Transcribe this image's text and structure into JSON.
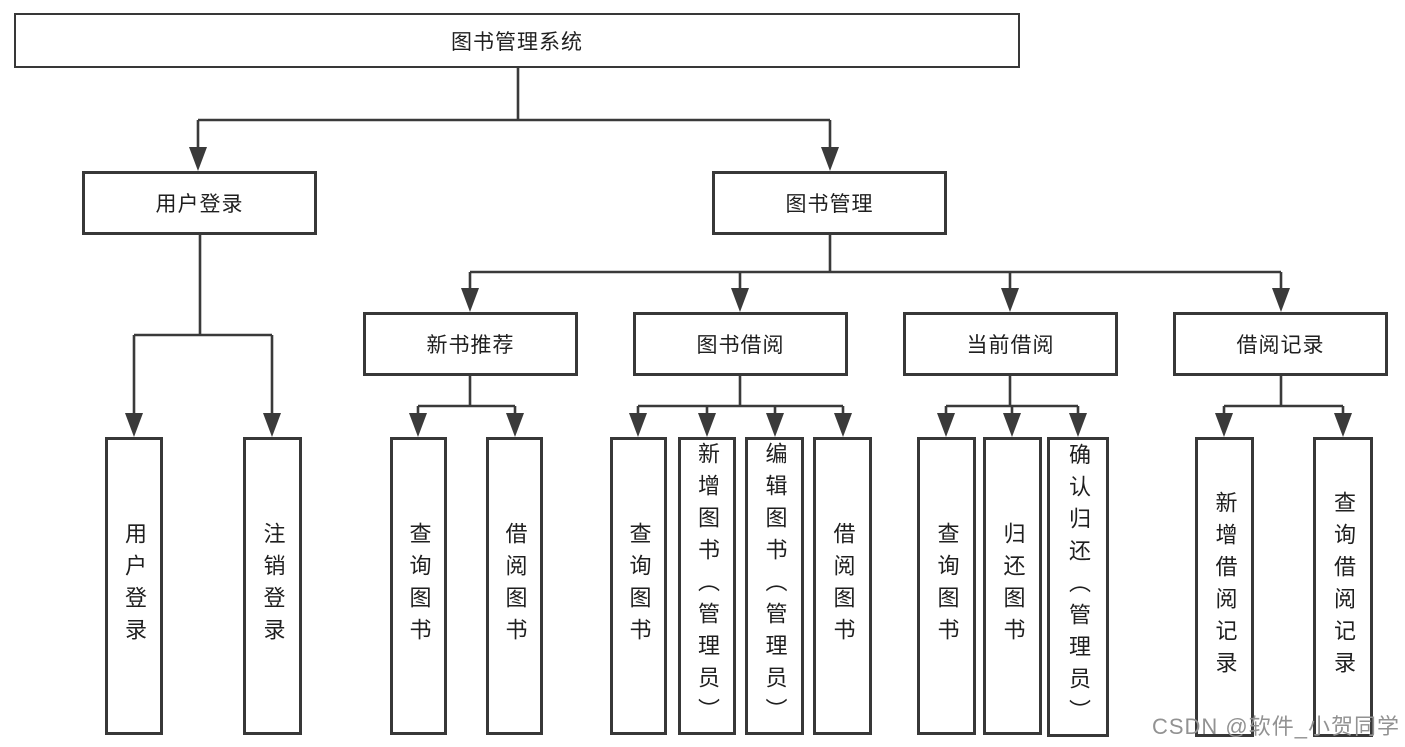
{
  "diagram": {
    "title": "图书管理系统",
    "type": "hierarchy-tree",
    "colors": {
      "line": "#3a3a3a",
      "box_border": "#383838",
      "text": "#1f1f1f",
      "background": "#ffffff",
      "watermark": "#929292"
    },
    "root": {
      "label": "图书管理系统"
    },
    "branches": [
      {
        "label": "用户登录",
        "children": [
          {
            "label": "用户登录"
          },
          {
            "label": "注销登录"
          }
        ]
      },
      {
        "label": "图书管理",
        "children": [
          {
            "label": "新书推荐",
            "children": [
              {
                "label": "查询图书"
              },
              {
                "label": "借阅图书"
              }
            ]
          },
          {
            "label": "图书借阅",
            "children": [
              {
                "label": "查询图书"
              },
              {
                "label": "新增图书（管理员）"
              },
              {
                "label": "编辑图书（管理员）"
              },
              {
                "label": "借阅图书"
              }
            ]
          },
          {
            "label": "当前借阅",
            "children": [
              {
                "label": "查询图书"
              },
              {
                "label": "归还图书"
              },
              {
                "label": "确认归还（管理员）"
              }
            ]
          },
          {
            "label": "借阅记录",
            "children": [
              {
                "label": "新增借阅记录"
              },
              {
                "label": "查询借阅记录"
              }
            ]
          }
        ]
      }
    ],
    "watermark": {
      "text": "CSDN @软件_小贺同学"
    }
  }
}
